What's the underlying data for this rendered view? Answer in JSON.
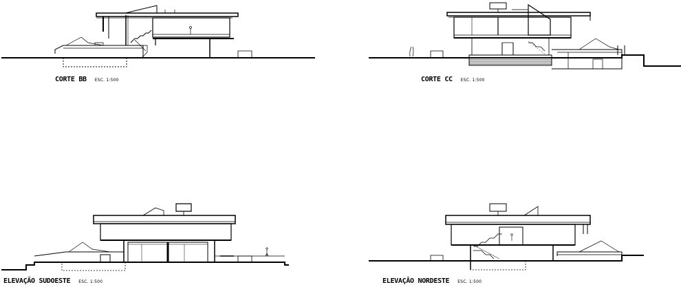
{
  "drawings": [
    {
      "id": "corte-bb",
      "title": "CORTE BB",
      "scale": "ESC. 1:500"
    },
    {
      "id": "corte-cc",
      "title": "CORTE CC",
      "scale": "ESC. 1:500"
    },
    {
      "id": "elevacao-sudoeste",
      "title": "ELEVAÇÃO SUDOESTE",
      "scale": "ESC. 1:500"
    },
    {
      "id": "elevacao-nordeste",
      "title": "ELEVAÇÃO NORDESTE",
      "scale": "ESC. 1:500"
    }
  ],
  "colors": {
    "line": "#000000",
    "background": "#ffffff"
  }
}
